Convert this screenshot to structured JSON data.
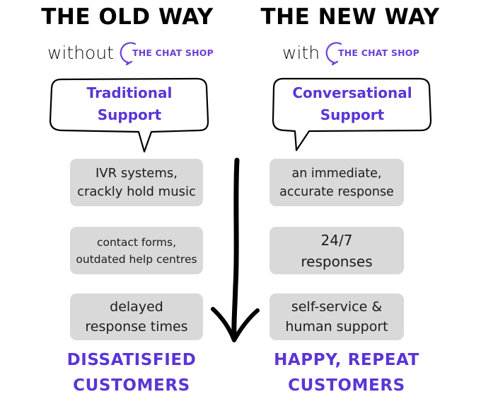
{
  "colors": {
    "accent": "#5b35d5",
    "card": "#d9d9d9",
    "ink": "#000000"
  },
  "old": {
    "heading": "THE OLD WAY",
    "prefix": "without",
    "logo_text": "THE CHAT SHOP",
    "bubble": [
      "Traditional",
      "Support"
    ],
    "cards": [
      [
        "IVR systems,",
        "crackly hold music"
      ],
      [
        "contact forms,",
        "outdated help centres"
      ],
      [
        "delayed",
        "response times"
      ]
    ],
    "result": [
      "DISSATISFIED",
      "CUSTOMERS"
    ]
  },
  "new": {
    "heading": "THE NEW WAY",
    "prefix": "with",
    "logo_text": "THE CHAT SHOP",
    "bubble": [
      "Conversational",
      "Support"
    ],
    "cards": [
      [
        "an immediate,",
        "accurate response"
      ],
      [
        "24/7",
        "responses"
      ],
      [
        "self-service &",
        "human support"
      ]
    ],
    "result": [
      "HAPPY, REPEAT",
      "CUSTOMERS"
    ]
  }
}
